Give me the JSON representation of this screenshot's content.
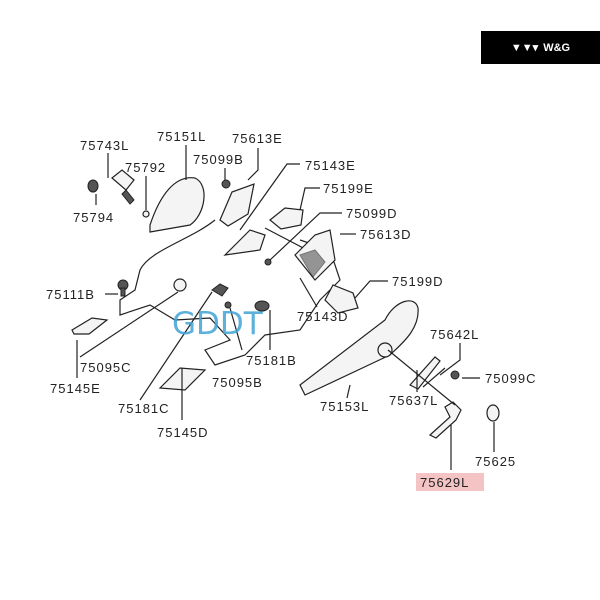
{
  "brand": {
    "logo_text": "W&G"
  },
  "watermark": "GDDT",
  "highlight_color": "#f4c4c4",
  "labels": {
    "p75743L": "75743L",
    "p75151L": "75151L",
    "p75613E": "75613E",
    "p75792": "75792",
    "p75099B": "75099B",
    "p75143E": "75143E",
    "p75794": "75794",
    "p75199E": "75199E",
    "p75099D": "75099D",
    "p75613D": "75613D",
    "p75111B": "75111B",
    "p75199D": "75199D",
    "p75143D": "75143D",
    "p75642L": "75642L",
    "p75095C": "75095C",
    "p75181B": "75181B",
    "p75099C": "75099C",
    "p75145E": "75145E",
    "p75095B": "75095B",
    "p75153L": "75153L",
    "p75637L": "75637L",
    "p75181C": "75181C",
    "p75145D": "75145D",
    "p75625": "75625",
    "p75629L": "75629L"
  }
}
